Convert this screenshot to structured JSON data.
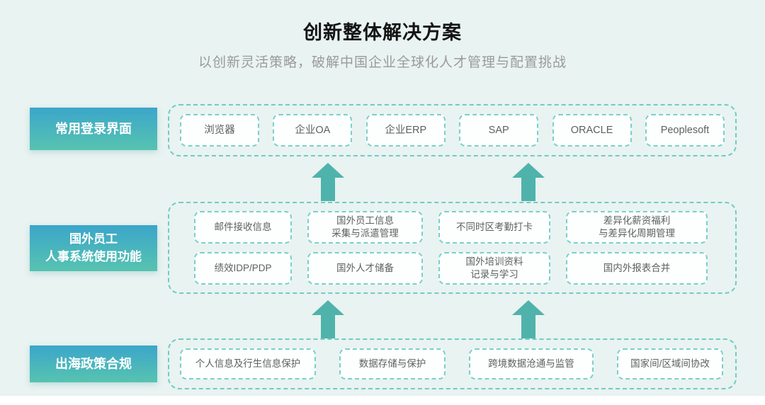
{
  "header": {
    "title": "创新整体解决方案",
    "subtitle": "以创新灵活策略，破解中国企业全球化人才管理与配置挑战"
  },
  "colors": {
    "background": "#e9f3f1",
    "dashed_border": "#6fccc5",
    "arrow": "#4fb3ab",
    "label_gradient_top": "#3ba6ca",
    "label_gradient_bottom": "#57c3b0",
    "box_text": "#5c6160",
    "subtitle_text": "#9a9a9a",
    "title_text": "#141414"
  },
  "sections": [
    {
      "label": "常用登录界面",
      "items": [
        "浏览器",
        "企业OA",
        "企业ERP",
        "SAP",
        "ORACLE",
        "Peoplesoft"
      ]
    },
    {
      "label": "国外员工\n人事系统使用功能",
      "items": [
        "邮件接收信息",
        "国外员工信息\n采集与派遣管理",
        "不同时区考勤打卡",
        "差异化薪资福利\n与差异化周期管理",
        "绩效IDP/PDP",
        "国外人才储备",
        "国外培训资料\n记录与学习",
        "国内外报表合并"
      ]
    },
    {
      "label": "出海政策合规",
      "items": [
        "个人信息及行生信息保护",
        "数据存储与保护",
        "跨境数据沧通与监管",
        "国家间/区域间协改"
      ]
    }
  ],
  "arrows": {
    "direction": "up",
    "count": 4
  }
}
